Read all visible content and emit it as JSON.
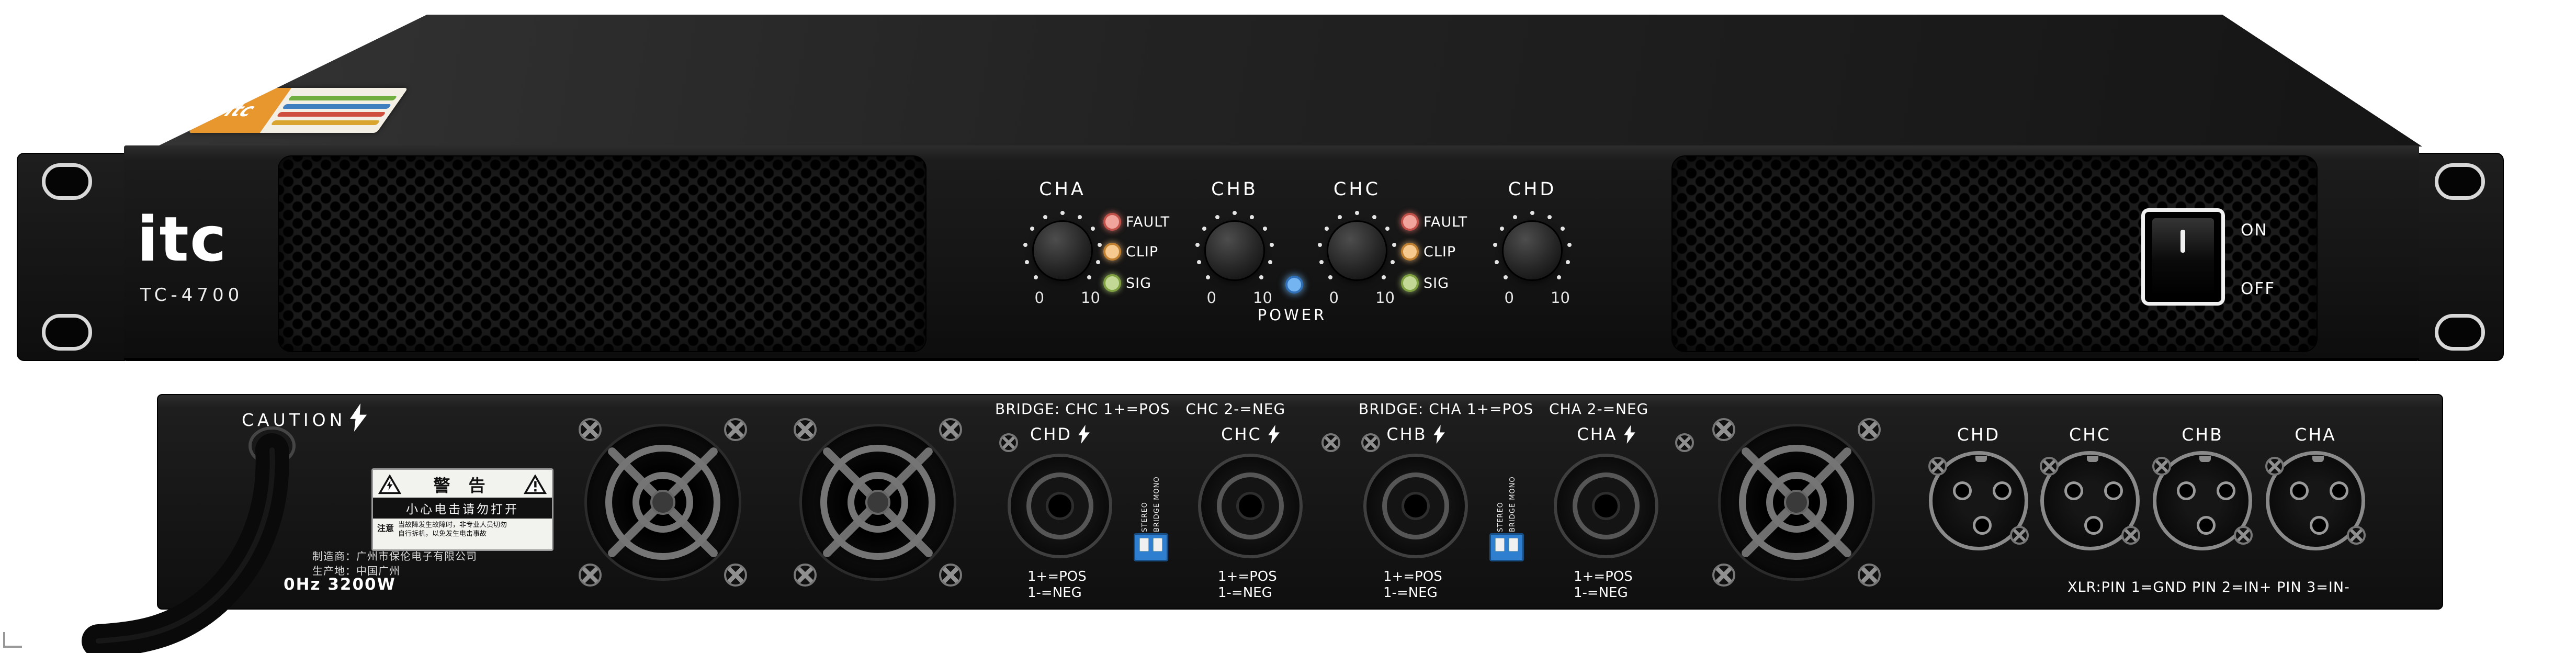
{
  "front": {
    "brand": "itc",
    "model": "TC-4700",
    "sticker_text": "itc",
    "channels": [
      {
        "label": "CHA",
        "min": "0",
        "max": "10"
      },
      {
        "label": "CHB",
        "min": "0",
        "max": "10"
      },
      {
        "label": "CHC",
        "min": "0",
        "max": "10"
      },
      {
        "label": "CHD",
        "min": "0",
        "max": "10"
      }
    ],
    "led_labels": {
      "fault": "FAULT",
      "clip": "CLIP",
      "sig": "SIG"
    },
    "power_label": "POWER",
    "switch_on": "ON",
    "switch_off": "OFF",
    "colors": {
      "fault": "#f0a49c",
      "clip": "#f6c98e",
      "sig": "#c2d894",
      "power": "#74b4f0"
    }
  },
  "rear": {
    "caution": "CAUTION",
    "warning": {
      "title": "警 告",
      "subtitle": "小心电击请勿打开",
      "note": "注意",
      "line1": "当故障发生故障时，非专业人员切勿",
      "line2": "自行拆机，以免发生电击事故"
    },
    "maker_line1": "制造商：广州市保伦电子有限公司",
    "maker_line2": "生产地：中国广州",
    "power_spec": "0Hz 3200W",
    "bridge_left": "BRIDGE: CHC 1+=POS   CHC 2-=NEG",
    "bridge_right": "BRIDGE: CHA 1+=POS   CHA 2-=NEG",
    "speakons": [
      {
        "label": "CHD",
        "pos": "1+=POS",
        "neg": "1-=NEG"
      },
      {
        "label": "CHC",
        "pos": "1+=POS",
        "neg": "1-=NEG"
      },
      {
        "label": "CHB",
        "pos": "1+=POS",
        "neg": "1-=NEG"
      },
      {
        "label": "CHA",
        "pos": "1+=POS",
        "neg": "1-=NEG"
      }
    ],
    "dip_labels": {
      "a": "STEREO",
      "b": "BRIDGE MONO"
    },
    "dip_color": "#2f7fd0",
    "xlrs": [
      {
        "label": "CHD"
      },
      {
        "label": "CHC"
      },
      {
        "label": "CHB"
      },
      {
        "label": "CHA"
      }
    ],
    "xlr_note": "XLR:PIN 1=GND PIN 2=IN+ PIN 3=IN-"
  }
}
